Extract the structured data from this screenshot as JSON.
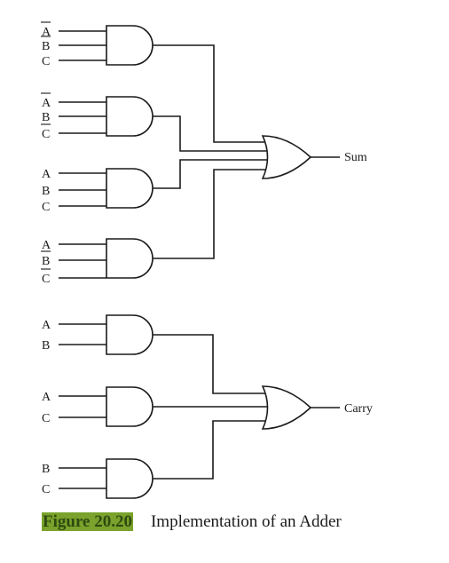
{
  "figure": {
    "number": "Figure 20.20",
    "title": "Implementation of an Adder"
  },
  "outputs": {
    "sum": "Sum",
    "carry": "Carry"
  },
  "gates": [
    {
      "type": "AND",
      "inputs": [
        {
          "name": "A",
          "inverted": true
        },
        {
          "name": "B",
          "inverted": true
        },
        {
          "name": "C",
          "inverted": false
        }
      ]
    },
    {
      "type": "AND",
      "inputs": [
        {
          "name": "A",
          "inverted": true
        },
        {
          "name": "B",
          "inverted": false
        },
        {
          "name": "C",
          "inverted": true
        }
      ]
    },
    {
      "type": "AND",
      "inputs": [
        {
          "name": "A",
          "inverted": false
        },
        {
          "name": "B",
          "inverted": false
        },
        {
          "name": "C",
          "inverted": false
        }
      ]
    },
    {
      "type": "AND",
      "inputs": [
        {
          "name": "A",
          "inverted": false
        },
        {
          "name": "B",
          "inverted": true
        },
        {
          "name": "C",
          "inverted": true
        }
      ]
    },
    {
      "type": "AND",
      "inputs": [
        {
          "name": "A",
          "inverted": false
        },
        {
          "name": "B",
          "inverted": false
        }
      ]
    },
    {
      "type": "AND",
      "inputs": [
        {
          "name": "A",
          "inverted": false
        },
        {
          "name": "C",
          "inverted": false
        }
      ]
    },
    {
      "type": "AND",
      "inputs": [
        {
          "name": "B",
          "inverted": false
        },
        {
          "name": "C",
          "inverted": false
        }
      ]
    }
  ],
  "or_gates": [
    {
      "type": "OR",
      "output": "sum"
    },
    {
      "type": "OR",
      "output": "carry"
    }
  ],
  "colors": {
    "figure_highlight": "#7aa22c",
    "line": "#1a1a1a"
  }
}
